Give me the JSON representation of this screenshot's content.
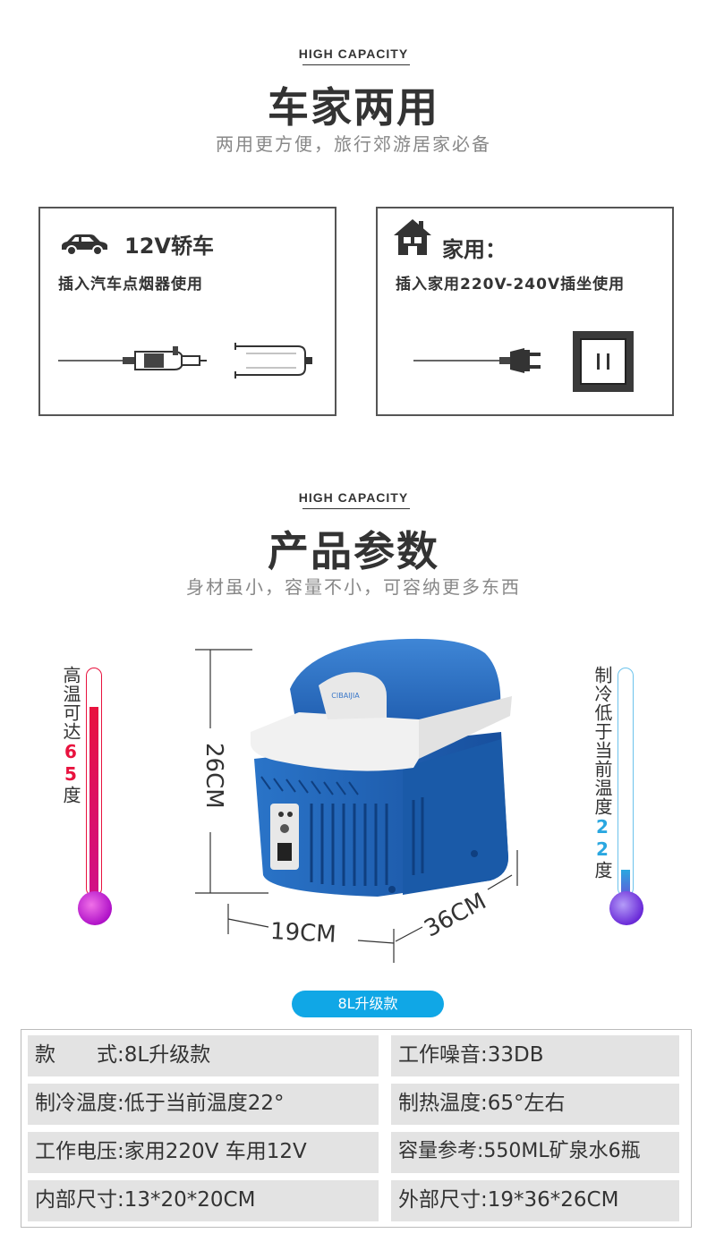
{
  "section1": {
    "eyebrow": "HIGH CAPACITY",
    "title": "车家两用",
    "subtitle": "两用更方便，旅行郊游居家必备"
  },
  "car_card": {
    "title": "12V轿车",
    "desc": "插入汽车点烟器使用",
    "icons": [
      "car-icon",
      "cigarette-plug-icon",
      "plug-clip-icon"
    ]
  },
  "home_card": {
    "title": "家用：",
    "desc": "插入家用220V-240V插坐使用",
    "icons": [
      "house-icon",
      "ac-plug-icon",
      "wall-socket-icon"
    ]
  },
  "section2": {
    "eyebrow": "HIGH CAPACITY",
    "title": "产品参数",
    "subtitle": "身材虽小，容量不小，可容纳更多东西"
  },
  "product": {
    "brand": "CIBAIJIA",
    "height": "26CM",
    "width": "19CM",
    "depth": "36CM",
    "colors": {
      "body": "#1b63b8",
      "lid": "#1e5fb6",
      "trim": "#f1f1f1"
    }
  },
  "hot_thermo": {
    "label_pre": "高温可达",
    "value": "65",
    "label_post": "度",
    "color": "#e8123e",
    "level": 0.78
  },
  "cold_thermo": {
    "label_pre": "制冷低于当前温度",
    "value": "22",
    "label_post": "度",
    "color": "#2aa7e0",
    "level": 0.12
  },
  "model_pill": "8L升级款",
  "specs": [
    [
      "款　　式:8L升级款",
      "工作噪音:33DB"
    ],
    [
      "制冷温度:低于当前温度22°",
      "制热温度:65°左右"
    ],
    [
      "工作电压:家用220V  车用12V",
      "容量参考:550ML矿泉水6瓶"
    ],
    [
      " 内部尺寸:13*20*20CM",
      "外部尺寸:19*36*26CM"
    ]
  ]
}
